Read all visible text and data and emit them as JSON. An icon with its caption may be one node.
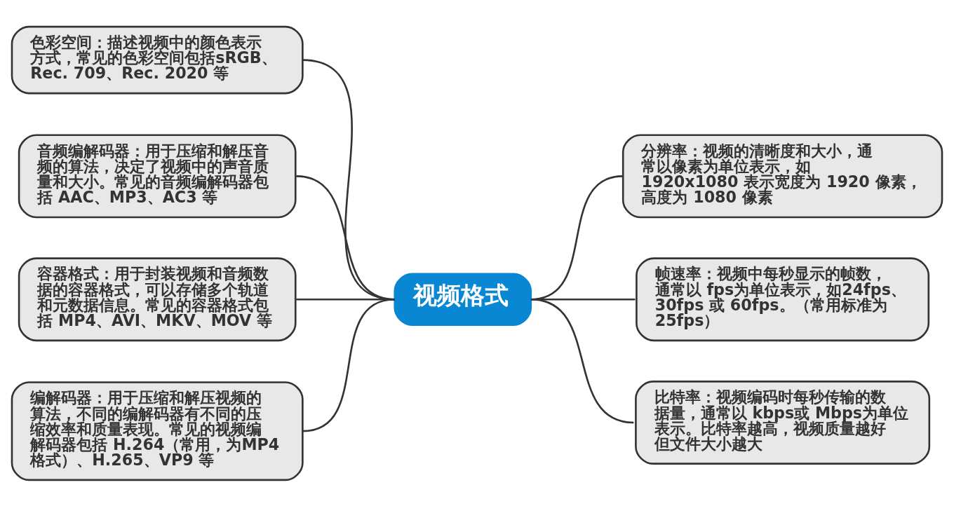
{
  "diagram": {
    "nodes": [
      {
        "text": [
          "视频格式"
        ]
      },
      {
        "text": [
          "色彩空间：描述视频中的颜色表示方式，常见的色彩空间包括sRGB、Rec. 709、Rec. 2020 等"
        ]
      },
      {
        "text": [
          "音频编解码器：用于压缩和解压音频的算法，决定了视频中的声音质量和大小。常见的音频编解码器包括 AAC、MP3、AC3 等"
        ]
      },
      {
        "text": [
          "容器格式：用于封装视频和音频数据的容器格式，可以存储多个轨道和元数据信息。常见的容器格式包括 MP4、AVI、MKV、MOV 等"
        ]
      },
      {
        "text": [
          "编解码器：用于压缩和解压视频的算法，不同的编解码器有不同的压缩效率和质量表现。常见的视频编解码器包括 H.264（常用，为MP4格式）、H.265、VP9 等"
        ]
      },
      {
        "text": [
          "分辨率：视频的清晰度和大小，通常以像素为单位表示，如1920x1080 表示宽度为 1920 像素，高度为 1080 像素"
        ]
      },
      {
        "text": [
          "帧速率：视频中每秒显示的帧数，通常以 fps为单位表示，如24fps、30fps 或 60fps。（常用标准为25fps）"
        ]
      },
      {
        "text": [
          "比特率：视频编码时每秒传输的数据量，通常以 kbps或 Mbps为单位表示。比特率越高，视频质量越好但文件大小越大"
        ]
      }
    ],
    "edges": [
      {
        "from": 0,
        "to": 1,
        "arrow": "none"
      },
      {
        "from": 0,
        "to": 2,
        "arrow": "none"
      },
      {
        "from": 0,
        "to": 3,
        "arrow": "none"
      },
      {
        "from": 0,
        "to": 4,
        "arrow": "none"
      },
      {
        "from": 0,
        "to": 5,
        "arrow": "none"
      },
      {
        "from": 0,
        "to": 6,
        "arrow": "none"
      },
      {
        "from": 0,
        "to": 7,
        "arrow": "none"
      }
    ]
  }
}
